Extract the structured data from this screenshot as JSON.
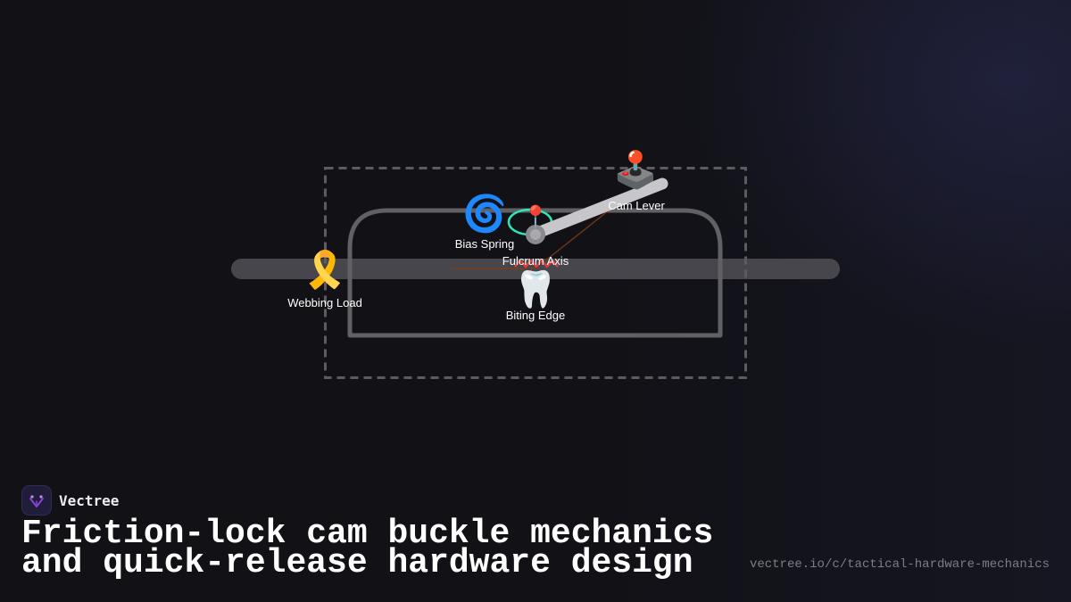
{
  "diagram": {
    "labels": {
      "webbing_load": "Webbing Load",
      "bias_spring": "Bias Spring",
      "cam_lever": "Cam Lever",
      "fulcrum_axis": "Fulcrum Axis",
      "biting_edge": "Biting Edge"
    },
    "icons": {
      "webbing_load": "🎗️",
      "bias_spring": "🌀",
      "fulcrum_pin": "📍",
      "cam_lever": "🕹️",
      "biting_edge": "🦷"
    },
    "colors": {
      "strap": "#46464c",
      "housing": "#616165",
      "dashed_frame": "#5c5c60",
      "lever": "#c7c7cb",
      "spring_ring": "#2ee6b8",
      "teeth": "#e23a3a",
      "force_line": "#7a3f1e"
    }
  },
  "footer": {
    "brand_name": "Vectree",
    "title_line1": "Friction-lock cam buckle mechanics",
    "title_line2": "and quick-release hardware design",
    "url": "vectree.io/c/tactical-hardware-mechanics"
  }
}
